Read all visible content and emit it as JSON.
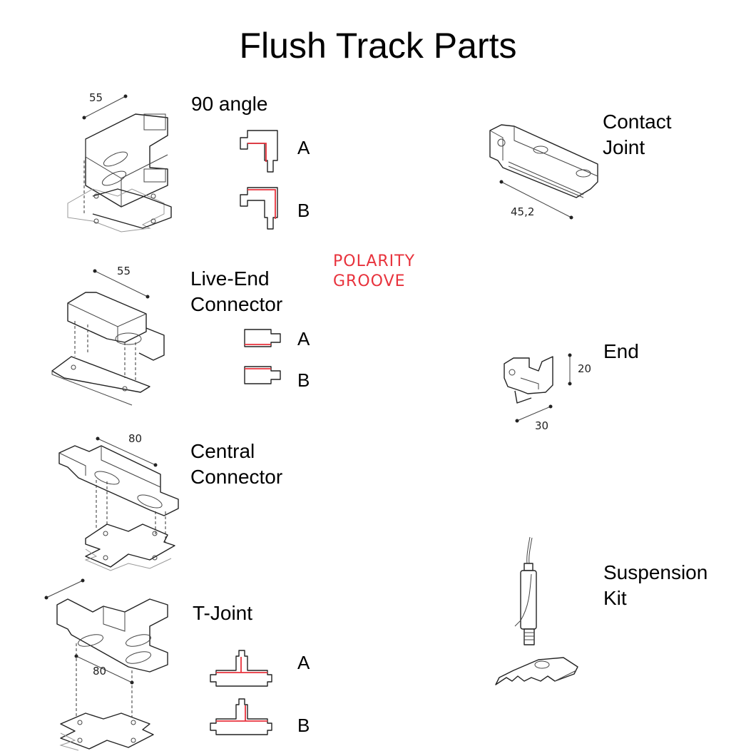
{
  "title": "Flush Track Parts",
  "annotation": {
    "line1": "POLARITY",
    "line2": "GROOVE",
    "color": "#e8323c"
  },
  "parts": {
    "angle90": {
      "label": "90 angle",
      "dimension": "55",
      "variants": [
        "A",
        "B"
      ]
    },
    "live_end": {
      "label_line1": "Live-End",
      "label_line2": "Connector",
      "dimension": "55",
      "variants": [
        "A",
        "B"
      ]
    },
    "central": {
      "label_line1": "Central",
      "label_line2": "Connector",
      "dimension": "80"
    },
    "t_joint": {
      "label": "T-Joint",
      "dimension": "80",
      "variants": [
        "A",
        "B"
      ]
    },
    "contact_joint": {
      "label_line1": "Contact",
      "label_line2": "Joint",
      "dimension": "45,2"
    },
    "end": {
      "label": "End",
      "dimension_height": "20",
      "dimension_width": "30"
    },
    "suspension_kit": {
      "label_line1": "Suspension",
      "label_line2": "Kit"
    }
  }
}
